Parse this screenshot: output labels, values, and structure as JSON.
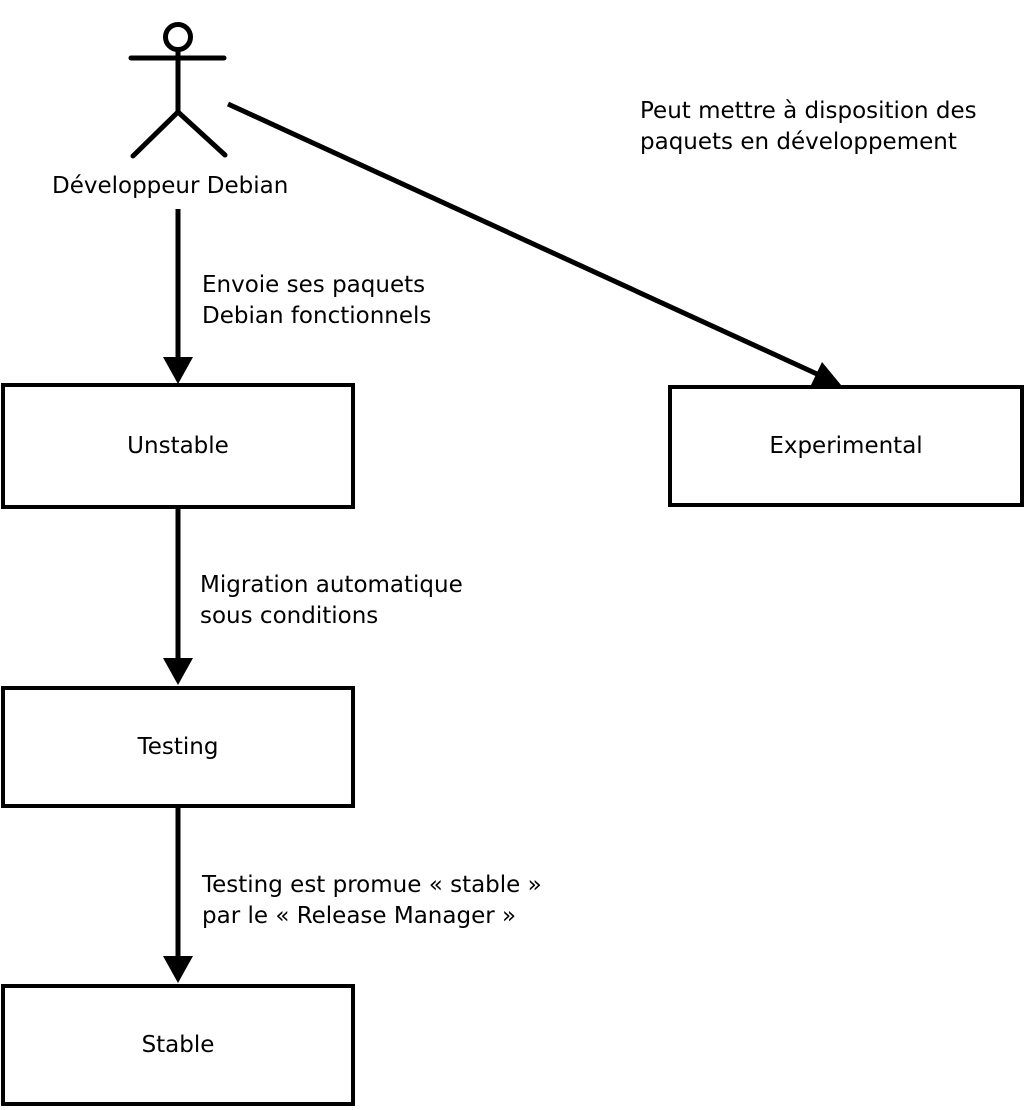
{
  "diagram": {
    "colors": {
      "stroke": "#000000",
      "background": "#ffffff"
    },
    "actor": {
      "id": "developpeur-debian",
      "label": "Développeur Debian"
    },
    "nodes": [
      {
        "id": "unstable",
        "label": "Unstable"
      },
      {
        "id": "experimental",
        "label": "Experimental"
      },
      {
        "id": "testing",
        "label": "Testing"
      },
      {
        "id": "stable",
        "label": "Stable"
      }
    ],
    "edges": [
      {
        "from": "developpeur-debian",
        "to": "unstable",
        "label_lines": [
          "Envoie ses paquets",
          "Debian fonctionnels"
        ]
      },
      {
        "from": "developpeur-debian",
        "to": "experimental",
        "label_lines": [
          "Peut mettre à disposition des",
          "paquets en développement"
        ]
      },
      {
        "from": "unstable",
        "to": "testing",
        "label_lines": [
          "Migration automatique",
          "sous conditions"
        ]
      },
      {
        "from": "testing",
        "to": "stable",
        "label_lines": [
          "Testing est promue « stable »",
          "par le « Release Manager »"
        ]
      }
    ]
  }
}
